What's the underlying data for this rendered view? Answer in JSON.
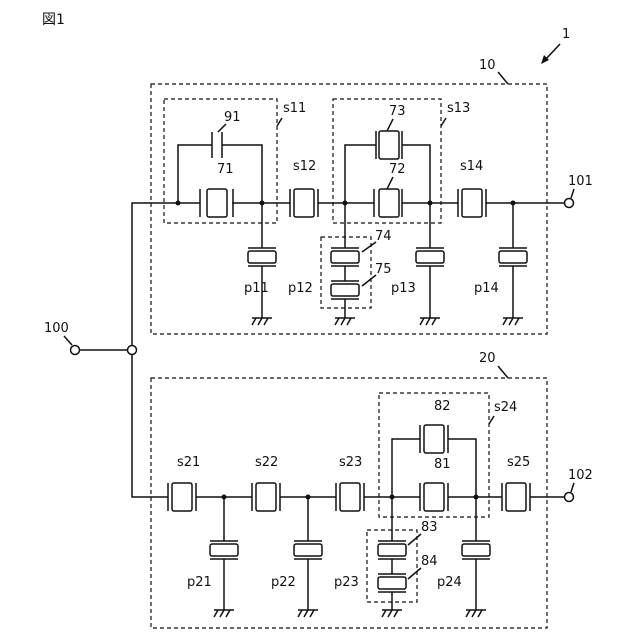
{
  "figure": {
    "title": "図1",
    "device_ref": "1",
    "filter1_ref": "10",
    "filter2_ref": "20",
    "common_port": "100",
    "port1": "101",
    "port2": "102"
  },
  "labels": {
    "s11": "s11",
    "s12": "s12",
    "s13": "s13",
    "s14": "s14",
    "p11": "p11",
    "p12": "p12",
    "p13": "p13",
    "p14": "p14",
    "e91": "91",
    "e71": "71",
    "e73": "73",
    "e72": "72",
    "e74": "74",
    "e75": "75",
    "s21": "s21",
    "s22": "s22",
    "s23": "s23",
    "s24": "s24",
    "s25": "s25",
    "p21": "p21",
    "p22": "p22",
    "p23": "p23",
    "p24": "p24",
    "e82": "82",
    "e81": "81",
    "e83": "83",
    "e84": "84"
  }
}
